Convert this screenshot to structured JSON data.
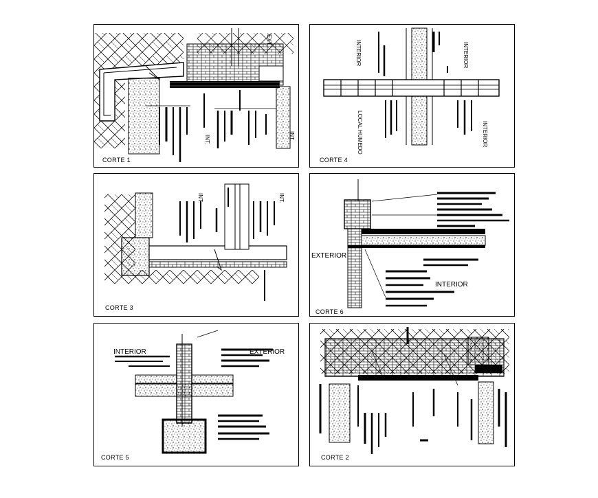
{
  "sections": [
    {
      "id": "corte1",
      "caption": "CORTE 1",
      "labels": {
        "ext": "EXT.",
        "int_a": "INT.",
        "int_b": "INT."
      }
    },
    {
      "id": "corte4",
      "caption": "CORTE 4",
      "labels": {
        "interior_a": "INTERIOR",
        "interior_b": "INTERIOR",
        "interior_c": "INTERIOR",
        "local_humedo": "LOCAL HUMEDO"
      }
    },
    {
      "id": "corte3",
      "caption": "CORTE 3",
      "labels": {
        "int_a": "INT.",
        "int_b": "INT."
      }
    },
    {
      "id": "corte6",
      "caption": "CORTE 6",
      "labels": {
        "exterior": "EXTERIOR",
        "interior": "INTERIOR"
      }
    },
    {
      "id": "corte5",
      "caption": "CORTE 5",
      "labels": {
        "interior": "INTERIOR",
        "exterior": "EXTERIOR"
      }
    },
    {
      "id": "corte2",
      "caption": "CORTE 2",
      "labels": {}
    }
  ],
  "colors": {
    "ink": "#000000",
    "paper": "#ffffff"
  }
}
